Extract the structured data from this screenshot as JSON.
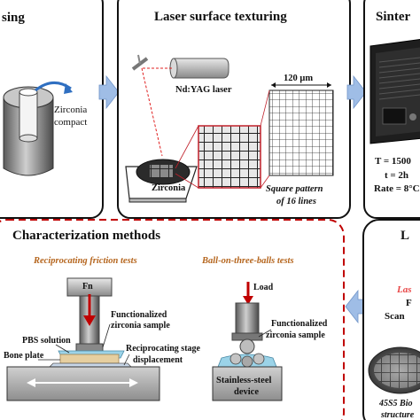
{
  "panels": {
    "pressing": {
      "title": "sing",
      "part_label": "Zirconia\ncompact"
    },
    "laser": {
      "title": "Laser surface texturing",
      "laser_label": "Nd:YAG laser",
      "disc_label": "Zirconia",
      "scale_label": "120 μm",
      "pattern_caption_1": "Square pattern",
      "pattern_caption_2": "of 16 lines"
    },
    "sintering": {
      "title": "Sinter",
      "temp": "T = 1500",
      "time": "t = 2h",
      "rate": "Rate = 8°C"
    },
    "characterization": {
      "title": "Characterization methods",
      "friction": {
        "heading": "Reciprocating friction tests",
        "force": "Fn",
        "pbs": "PBS solution",
        "bone": "Bone plate",
        "sample_1": "Functionalized",
        "sample_2": "zirconia sample",
        "stage_1": "Reciprocating stage",
        "stage_2": "displacement"
      },
      "balls": {
        "heading": "Ball-on-three-balls tests",
        "load": "Load",
        "sample_1": "Functionalized",
        "sample_2": "zirconia sample",
        "device_1": "Stainless-steel",
        "device_2": "device"
      }
    },
    "laser_cladding": {
      "title": "L",
      "red_text": "Las",
      "text_1": "F",
      "text_2": "Scan",
      "caption_1": "45S5 Bio",
      "caption_2": "structure"
    }
  },
  "colors": {
    "arrow": "#9fbde6",
    "dashed_border": "#c00000",
    "laser_beam": "#e02020",
    "grid": "#c0202a",
    "accent_red": "#e84545"
  }
}
